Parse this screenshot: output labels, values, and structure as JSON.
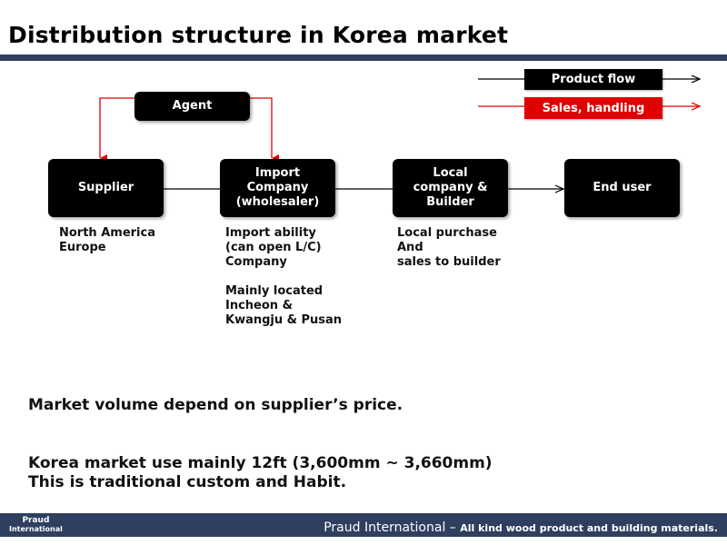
{
  "slide": {
    "title": "Distribution structure in Korea market"
  },
  "legend": {
    "product_flow": "Product flow",
    "sales_handling": "Sales, handling"
  },
  "diagram": {
    "agent": "Agent",
    "supplier": "Supplier",
    "import_company": "Import\nCompany\n(wholesaler)",
    "local_company": "Local\ncompany &\nBuilder",
    "end_user": "End user"
  },
  "notes": {
    "supplier": "North America\nEurope",
    "import": "Import ability\n(can open L/C)\nCompany\n\nMainly located\nIncheon &\nKwangju & Pusan",
    "local": "Local purchase\nAnd\nsales to builder"
  },
  "statements": {
    "market_volume": "Market volume depend on supplier’s price.",
    "korea_line1": "Korea market use mainly 12ft (3,600mm ~ 3,660mm)",
    "korea_line2": "This is traditional custom and Habit."
  },
  "footer": {
    "logo_line1": "Praud",
    "logo_line2": "International",
    "company": "Praud International",
    "separator": " – ",
    "tagline": "All kind wood product and building materials."
  },
  "colors": {
    "product_flow": "#000000",
    "sales_handling": "#e00000",
    "bar": "#2f3f5f"
  }
}
